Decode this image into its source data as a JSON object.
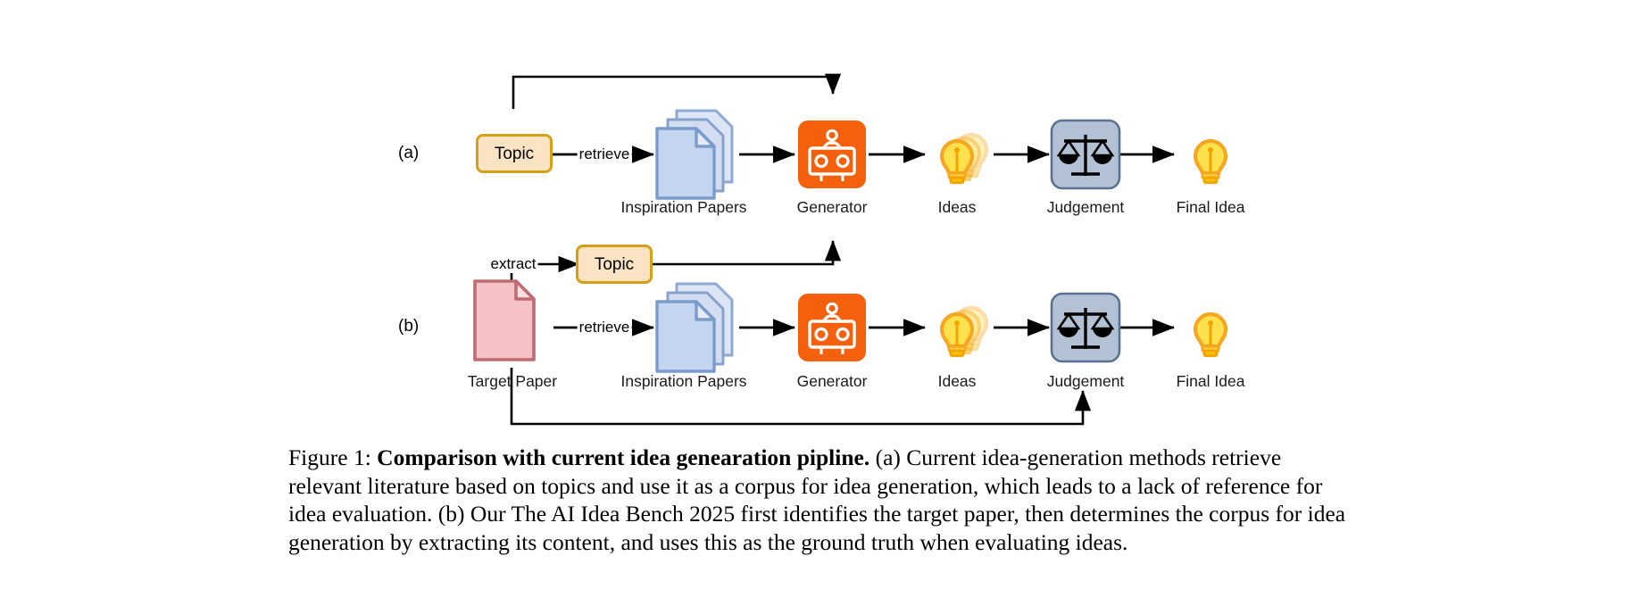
{
  "figure": {
    "panels": [
      {
        "letter": "(a)",
        "nodes": [
          {
            "id": "topic-a",
            "type": "topic-box",
            "label": "Topic",
            "caption": ""
          },
          {
            "id": "papers-a",
            "type": "paper-stack",
            "label": "",
            "caption": "Inspiration Papers"
          },
          {
            "id": "generator-a",
            "type": "robot-icon",
            "label": "",
            "caption": "Generator"
          },
          {
            "id": "ideas-a",
            "type": "bulbs-icon",
            "label": "",
            "caption": "Ideas"
          },
          {
            "id": "judgement-a",
            "type": "scales-icon",
            "label": "",
            "caption": "Judgement"
          },
          {
            "id": "final-idea-a",
            "type": "bulb-icon",
            "label": "",
            "caption": "Final Idea"
          }
        ],
        "edge_labels": [
          "retrieve"
        ]
      },
      {
        "letter": "(b)",
        "nodes": [
          {
            "id": "topic-b",
            "type": "topic-box",
            "label": "Topic",
            "caption": ""
          },
          {
            "id": "target-paper-b",
            "type": "paper-single",
            "label": "",
            "caption": "Target Paper"
          },
          {
            "id": "papers-b",
            "type": "paper-stack",
            "label": "",
            "caption": "Inspiration Papers"
          },
          {
            "id": "generator-b",
            "type": "robot-icon",
            "label": "",
            "caption": "Generator"
          },
          {
            "id": "ideas-b",
            "type": "bulbs-icon",
            "label": "",
            "caption": "Ideas"
          },
          {
            "id": "judgement-b",
            "type": "scales-icon",
            "label": "",
            "caption": "Judgement"
          },
          {
            "id": "final-idea-b",
            "type": "bulb-icon",
            "label": "",
            "caption": "Final Idea"
          }
        ],
        "edge_labels": [
          "extract",
          "retrieve"
        ]
      }
    ],
    "colors": {
      "topic_fill": "#fbe3c4",
      "topic_border": "#d4a017",
      "paper_fill": "#c5d5ef",
      "paper_border": "#7b9ccb",
      "target_paper_fill": "#f4c2c7",
      "target_paper_border": "#c06b72",
      "robot_fill": "#f4600b",
      "robot_stroke": "#ffffff",
      "scales_fill": "#b2c2d4",
      "scales_border": "#5a7290",
      "bulb_fill": "#ffe14d",
      "bulb_border": "#f0a500",
      "arrow": "#000000"
    }
  },
  "caption": {
    "figure_number": "Figure 1:",
    "title": "Comparison with current idea genearation pipline.",
    "body": " (a) Current idea-generation methods retrieve relevant literature based on topics and use it as a corpus for idea generation, which leads to a lack of reference for idea evaluation. (b) Our The AI Idea Bench 2025 first identifies the target paper, then determines the corpus for idea generation by extracting its content, and uses this as the ground truth when evaluating ideas."
  }
}
